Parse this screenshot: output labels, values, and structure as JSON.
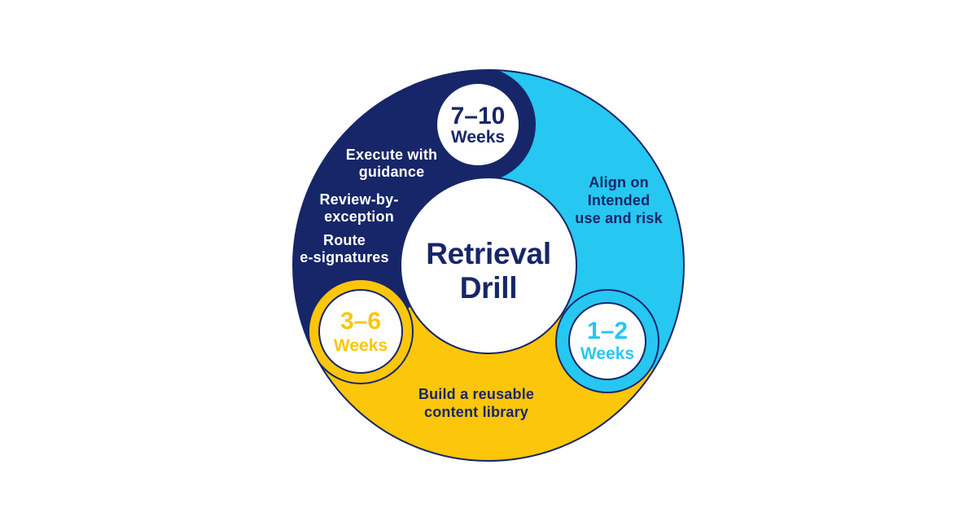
{
  "diagram": {
    "title": {
      "line1": "Retrieval",
      "line2": "Drill"
    }
  },
  "colors": {
    "navy": "#172668",
    "cyan": "#26C7F1",
    "yellow": "#FCC60A",
    "white": "#FFFFFF"
  },
  "segments": [
    {
      "name": "align-on-intended-use",
      "color": "cyan",
      "duration": {
        "range": "1–2",
        "unit": "Weeks"
      },
      "items": [
        {
          "lines": [
            "Align on",
            "Intended",
            "use and risk"
          ]
        }
      ]
    },
    {
      "name": "build-content-library",
      "color": "yellow",
      "duration": {
        "range": "3–6",
        "unit": "Weeks"
      },
      "items": [
        {
          "lines": [
            "Build a reusable",
            "content library"
          ]
        }
      ]
    },
    {
      "name": "execute-with-guidance",
      "color": "navy",
      "duration": {
        "range": "7–10",
        "unit": "Weeks"
      },
      "items": [
        {
          "lines": [
            "Execute with",
            "guidance"
          ]
        },
        {
          "lines": [
            "Review-by-",
            "exception"
          ]
        },
        {
          "lines": [
            "Route",
            "e-signatures"
          ]
        }
      ]
    }
  ]
}
